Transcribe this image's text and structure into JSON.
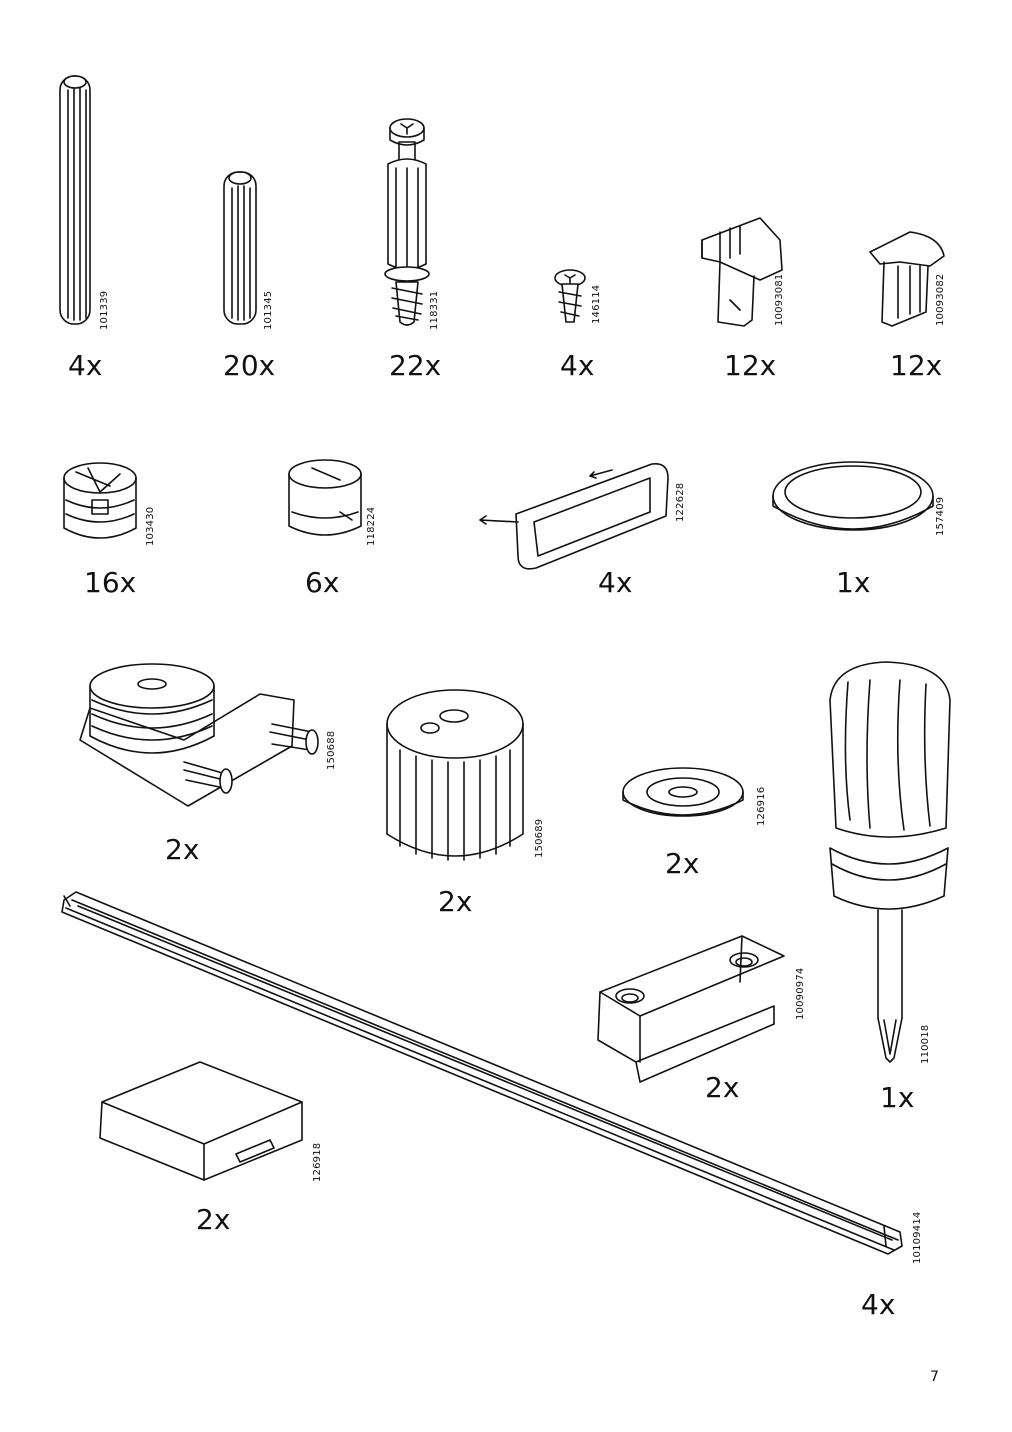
{
  "page_number": "7",
  "parts": [
    {
      "id": "dowel-long",
      "code": "101339",
      "quantity": "4x"
    },
    {
      "id": "dowel-short",
      "code": "101345",
      "quantity": "20x"
    },
    {
      "id": "cam-bolt",
      "code": "118331",
      "quantity": "22x"
    },
    {
      "id": "small-screw",
      "code": "146114",
      "quantity": "4x"
    },
    {
      "id": "shelf-clip-a",
      "code": "10093081",
      "quantity": "12x"
    },
    {
      "id": "shelf-clip-b",
      "code": "10093082",
      "quantity": "12x"
    },
    {
      "id": "cam-lock",
      "code": "103430",
      "quantity": "16x"
    },
    {
      "id": "cam-lock-small",
      "code": "118224",
      "quantity": "6x"
    },
    {
      "id": "nail-pad",
      "code": "122628",
      "quantity": "4x"
    },
    {
      "id": "round-pad",
      "code": "157409",
      "quantity": "1x"
    },
    {
      "id": "leveling-foot-bracket",
      "code": "150688",
      "quantity": "2x"
    },
    {
      "id": "leveling-foot-knob",
      "code": "150689",
      "quantity": "2x"
    },
    {
      "id": "washer-disc",
      "code": "126916",
      "quantity": "2x"
    },
    {
      "id": "screwdriver",
      "code": "110018",
      "quantity": "1x"
    },
    {
      "id": "rail",
      "code": "10109414",
      "quantity": "4x"
    },
    {
      "id": "bracket",
      "code": "10090974",
      "quantity": "2x"
    },
    {
      "id": "block",
      "code": "126918",
      "quantity": "2x"
    }
  ]
}
